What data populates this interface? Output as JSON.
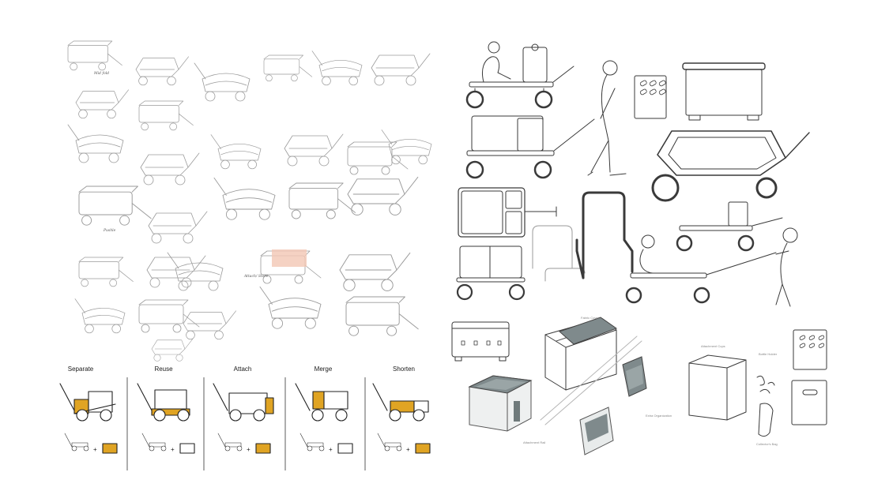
{
  "colors": {
    "accent": "#e0a423",
    "ink": "#222222",
    "pencil": "#8a8a8a",
    "product_grey": "#7f8a8c"
  },
  "concepts": {
    "items": [
      {
        "label": "Separate"
      },
      {
        "label": "Reuse"
      },
      {
        "label": "Attach"
      },
      {
        "label": "Merge"
      },
      {
        "label": "Shorten"
      }
    ]
  },
  "sketch_notes": {
    "note_a": "Pushle",
    "note_b": "Mid fold",
    "note_c": "Attach/ Store"
  },
  "accessories": {
    "fabric_cover": "Fabric Cover",
    "extra_organization": "Extra Organization",
    "attachment_rail": "Attachment Rail",
    "attachment_cups": "Attachment Cups",
    "bottle_holder": "Bottle Holder",
    "collectors_bag": "Collector's Bag"
  }
}
